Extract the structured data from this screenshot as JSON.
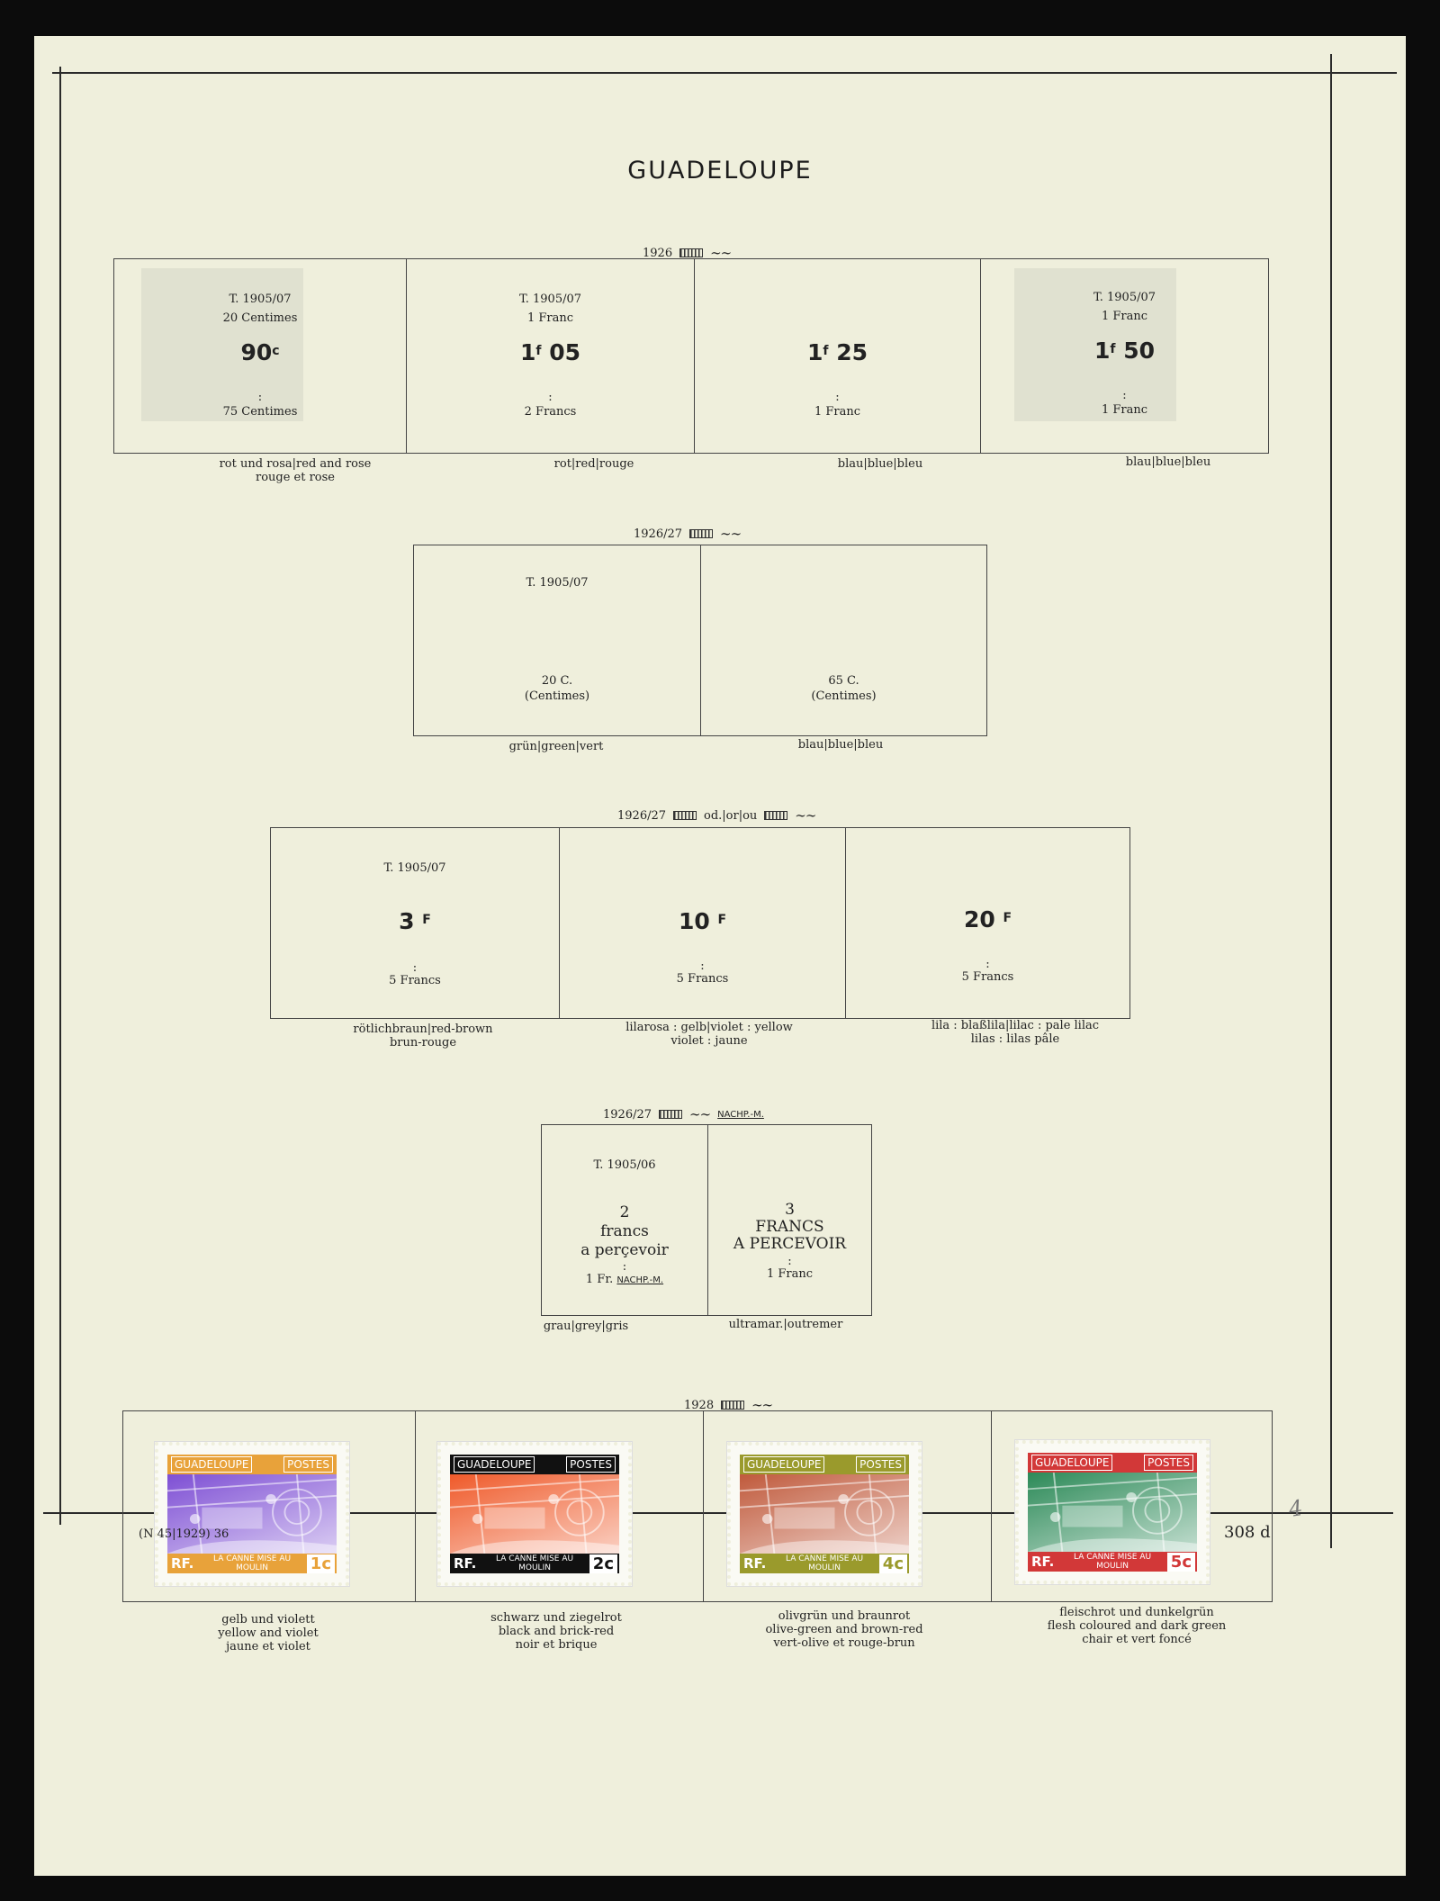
{
  "title": "GUADELOUPE",
  "sections": [
    {
      "year": "1926",
      "perf_icon": "comb-perforation-icon",
      "wm_icon": "wavy-watermark-icon",
      "cells": [
        {
          "type": "T. 1905/07",
          "orig": "20 Centimes",
          "new_main": "90",
          "new_sup": "c",
          "colon": ":",
          "bottom": "75 Centimes",
          "color": "rot und rosa|red and rose",
          "color2": "rouge et rose"
        },
        {
          "type": "T. 1905/07",
          "orig": "1 Franc",
          "new_main": "1",
          "new_sup": "f",
          "new_tail": "05",
          "colon": ":",
          "bottom": "2 Francs",
          "color": "rot|red|rouge",
          "color2": ""
        },
        {
          "type": "",
          "orig": "",
          "new_main": "1",
          "new_sup": "f",
          "new_tail": "25",
          "colon": ":",
          "bottom": "1 Franc",
          "color": "blau|blue|bleu",
          "color2": ""
        },
        {
          "type": "T. 1905/07",
          "orig": "1 Franc",
          "new_main": "1",
          "new_sup": "f",
          "new_tail": "50",
          "colon": ":",
          "bottom": "1 Franc",
          "color": "blau|blue|bleu",
          "color2": ""
        }
      ]
    },
    {
      "year": "1926/27",
      "cells": [
        {
          "type": "T. 1905/07",
          "line1": "20 C.",
          "line2": "(Centimes)",
          "color": "grün|green|vert"
        },
        {
          "type": "",
          "line1": "65 C.",
          "line2": "(Centimes)",
          "color": "blau|blue|bleu"
        }
      ]
    },
    {
      "year": "1926/27",
      "or_text": "od.|or|ou",
      "cells": [
        {
          "type": "T. 1905/07",
          "main": "3",
          "sup": "F",
          "colon": ":",
          "bottom": "5 Francs",
          "color": "rötlichbraun|red-brown",
          "color2": "brun-rouge"
        },
        {
          "type": "",
          "main": "10",
          "sup": "F",
          "colon": ":",
          "bottom": "5 Francs",
          "color": "lilarosa : gelb|violet : yellow",
          "color2": "violet : jaune"
        },
        {
          "type": "",
          "main": "20",
          "sup": "F",
          "colon": ":",
          "bottom": "5 Francs",
          "color": "lila : blaßlila|lilac : pale  lilac",
          "color2": "lilas : lilas pâle"
        }
      ]
    },
    {
      "year": "1926/27",
      "postage_due": "NACHP.-M.",
      "cells": [
        {
          "type": "T. 1905/06",
          "l1": "2",
          "l2": "francs",
          "l3": "a perçevoir",
          "colon": ":",
          "bottom": "1 Fr.",
          "bottom_tag": "NACHP.-M.",
          "color": "grau|grey|gris"
        },
        {
          "type": "",
          "l1": "3",
          "l2": "FRANCS",
          "l3": "A PERCEVOIR",
          "colon": ":",
          "bottom": "1 Franc",
          "color": "ultramar.|outremer"
        }
      ]
    },
    {
      "year": "1928",
      "stamps": [
        {
          "header_left": "GUADELOUPE",
          "header_right": "POSTES",
          "rf": "RF.",
          "caption": "LA CANNE MISE AU MOULIN",
          "value": "1c",
          "frame_color": "#e8a23a",
          "scene_color": "#7e4fd4",
          "c1": "gelb und violett",
          "c2": "yellow and violet",
          "c3": "jaune et violet"
        },
        {
          "header_left": "GUADELOUPE",
          "header_right": "POSTES",
          "rf": "RF.",
          "caption": "LA CANNE MISE AU MOULIN",
          "value": "2c",
          "frame_color": "#111111",
          "scene_color": "#ef5a2a",
          "c1": "schwarz und ziegelrot",
          "c2": "black and brick-red",
          "c3": "noir et brique"
        },
        {
          "header_left": "GUADELOUPE",
          "header_right": "POSTES",
          "rf": "RF.",
          "caption": "LA CANNE MISE AU MOULIN",
          "value": "4c",
          "frame_color": "#9a9a2c",
          "scene_color": "#c05a3c",
          "c1": "olivgrün und braunrot",
          "c2": "olive-green and brown-red",
          "c3": "vert-olive et rouge-brun"
        },
        {
          "header_left": "GUADELOUPE",
          "header_right": "POSTES",
          "rf": "RF.",
          "caption": "LA CANNE MISE AU MOULIN",
          "value": "5c",
          "frame_color": "#d23838",
          "scene_color": "#2c8a58",
          "c1": "fleischrot und dunkelgrün",
          "c2": "flesh coloured and dark green",
          "c3": "chair et vert foncé"
        }
      ]
    }
  ],
  "footer": {
    "left": "(N 45|1929)  36",
    "right": "308 d",
    "pencil": "4"
  }
}
